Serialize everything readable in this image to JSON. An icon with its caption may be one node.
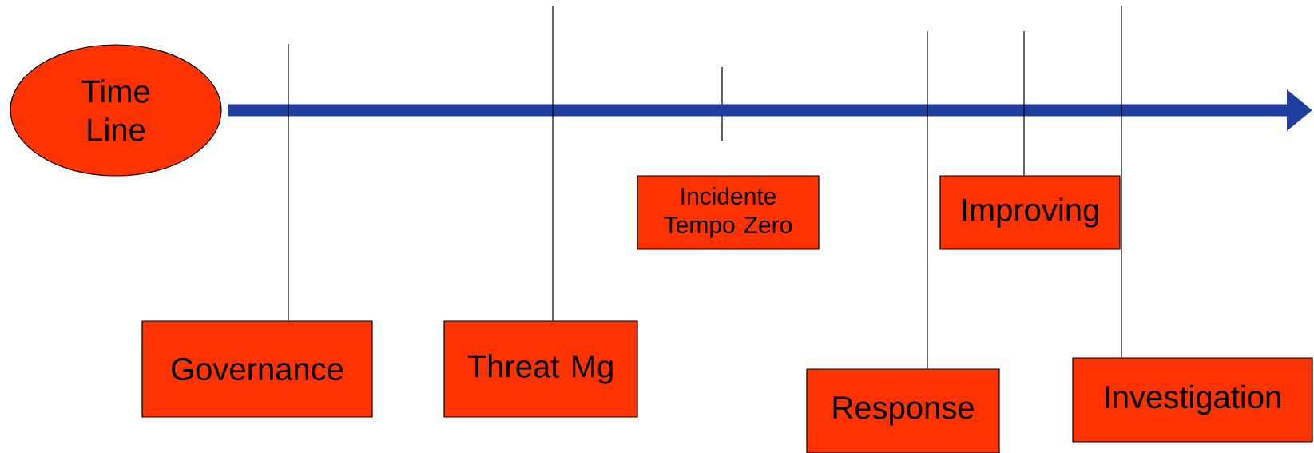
{
  "diagram": {
    "nodes": [
      {
        "text": [
          "Time Line"
        ]
      },
      {
        "text": [
          "Incidente Tempo Zero"
        ]
      },
      {
        "text": [
          "Improving"
        ]
      },
      {
        "text": [
          "Governance"
        ]
      },
      {
        "text": [
          "Threat Mg"
        ]
      },
      {
        "text": [
          "Investigation"
        ]
      },
      {
        "text": [
          "Response"
        ]
      }
    ],
    "edges": [
      {
        "from": 0,
        "to": null,
        "arrow": "to",
        "style": "thick",
        "color": "#1f3fa0"
      },
      {
        "from": 3,
        "to": null,
        "arrow": "none"
      },
      {
        "from": 4,
        "to": null,
        "arrow": "none"
      },
      {
        "from": 6,
        "to": null,
        "arrow": "none"
      },
      {
        "from": 2,
        "to": null,
        "arrow": "none"
      },
      {
        "from": 5,
        "to": null,
        "arrow": "none"
      }
    ]
  }
}
